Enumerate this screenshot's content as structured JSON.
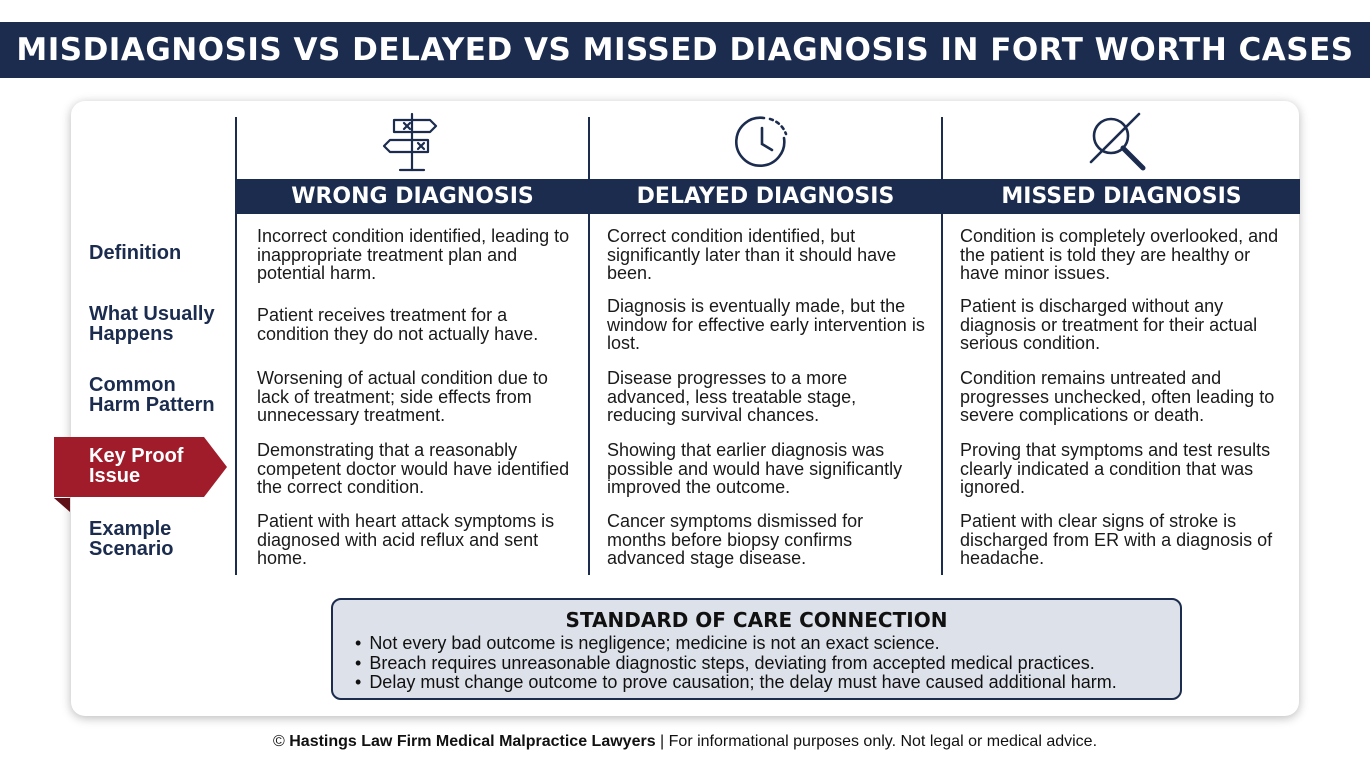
{
  "header": {
    "title": "MISDIAGNOSIS VS DELAYED VS MISSED DIAGNOSIS IN FORT WORTH CASES"
  },
  "columns": [
    {
      "title": "WRONG DIAGNOSIS",
      "icon": "signpost-icon",
      "cells": [
        "Incorrect condition identified, leading to inappropriate treatment plan and potential harm.",
        "Patient receives treatment for a condition they do not actually have.",
        "Worsening of actual condition due to lack of treatment; side effects from unnecessary treatment.",
        "Demonstrating that a reasonably competent doctor would have identified the correct condition.",
        "Patient with heart attack symptoms is diagnosed with acid reflux and sent home."
      ]
    },
    {
      "title": "DELAYED DIAGNOSIS",
      "icon": "clock-icon",
      "cells": [
        "Correct condition identified, but significantly later than it should have been.",
        "Diagnosis is eventually made, but the window for effective early intervention is lost.",
        "Disease progresses to a more advanced, less treatable stage, reducing survival chances.",
        "Showing that earlier diagnosis was possible and would have significantly improved the outcome.",
        "Cancer symptoms dismissed for months before biopsy confirms advanced stage disease."
      ]
    },
    {
      "title": "MISSED DIAGNOSIS",
      "icon": "crossed-magnifier-icon",
      "cells": [
        "Condition is completely overlooked, and the patient is told they are healthy or have minor issues.",
        "Patient is discharged without any diagnosis or treatment for their actual serious condition.",
        "Condition remains untreated and progresses unchecked, often leading to severe complications or death.",
        "Proving that symptoms and test results clearly indicated a condition that was ignored.",
        "Patient with clear signs of stroke is discharged from ER with a diagnosis of headache."
      ]
    }
  ],
  "rows": [
    {
      "label": "Definition"
    },
    {
      "label": "What Usually Happens"
    },
    {
      "label": "Common Harm Pattern"
    },
    {
      "label": "Key Proof Issue"
    },
    {
      "label": "Example Scenario"
    }
  ],
  "callout": {
    "title": "STANDARD OF CARE CONNECTION",
    "items": [
      "Not every bad outcome is negligence; medicine is not an exact science.",
      "Breach requires unreasonable diagnostic steps, deviating from accepted medical practices.",
      "Delay must change outcome to prove causation; the delay must have caused additional harm."
    ]
  },
  "footer": {
    "copyright": "©",
    "brand": "Hastings Law Firm Medical Malpractice Lawyers",
    "separator": "|",
    "disclaimer": "For informational purposes only. Not legal or medical advice."
  },
  "colors": {
    "navy": "#1b2c4f",
    "accent_red": "#a01c2b",
    "callout_bg": "#dde1e9"
  }
}
